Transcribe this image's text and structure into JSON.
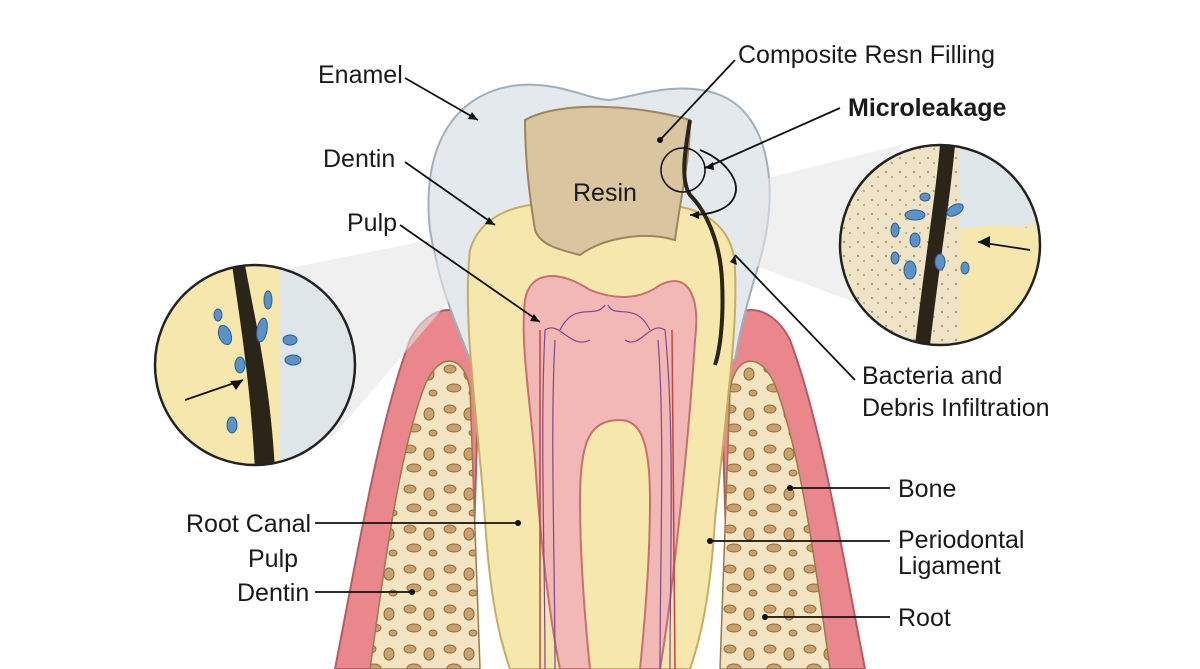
{
  "labels": {
    "enamel": "Enamel",
    "composite_filling": "Composite Resn Filling",
    "microleakage": "Microleakage",
    "dentin_top": "Dentin",
    "resin": "Resin",
    "pulp_top": "Pulp",
    "bacteria_debris": "Bacteria and\nDebris Infiltration",
    "bone": "Bone",
    "periodontal_ligament": "Periodontal\nLigament",
    "root_canal": "Root Canal",
    "pulp_bottom": "Pulp",
    "dentin_bottom": "Dentin",
    "root": "Root"
  },
  "colors": {
    "enamel": "#dfe6ea",
    "dentin": "#f7e9b3",
    "resin": "#d8c7a3",
    "pulp": "#f2b8b6",
    "gum": "#e8878d",
    "bone": "#f3e3bf",
    "bacteria": "#5a92c9",
    "gap": "#2b2418"
  }
}
